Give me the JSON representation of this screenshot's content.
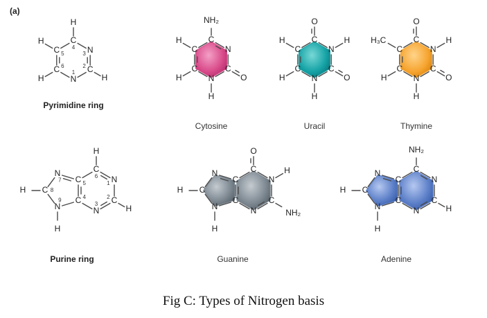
{
  "panel_label": "(a)",
  "colors": {
    "bond": "#4a4a4a",
    "cytosine": "#d94b8a",
    "uracil": "#16a3a6",
    "thymine": "#f6a531",
    "guanine": "#7d8891",
    "adenine": "#5c7fc8"
  },
  "molecules": [
    {
      "id": "pyrimidine-ring",
      "name": "Pyrimidine ring",
      "bold": true
    },
    {
      "id": "cytosine",
      "name": "Cytosine",
      "bold": false
    },
    {
      "id": "uracil",
      "name": "Uracil",
      "bold": false
    },
    {
      "id": "thymine",
      "name": "Thymine",
      "bold": false
    },
    {
      "id": "purine-ring",
      "name": "Purine ring",
      "bold": true
    },
    {
      "id": "guanine",
      "name": "Guanine",
      "bold": false
    },
    {
      "id": "adenine",
      "name": "Adenine",
      "bold": false
    }
  ],
  "atoms": {
    "H": "H",
    "C": "C",
    "N": "N",
    "O": "O",
    "NH2": "NH₂",
    "H3C": "H₃C"
  },
  "ring_numbers": {
    "pyrimidine": [
      "1",
      "2",
      "3",
      "4",
      "5",
      "6"
    ],
    "purine": [
      "1",
      "2",
      "3",
      "4",
      "5",
      "6",
      "7",
      "8",
      "9"
    ]
  },
  "caption": "Fig C: Types of Nitrogen basis"
}
